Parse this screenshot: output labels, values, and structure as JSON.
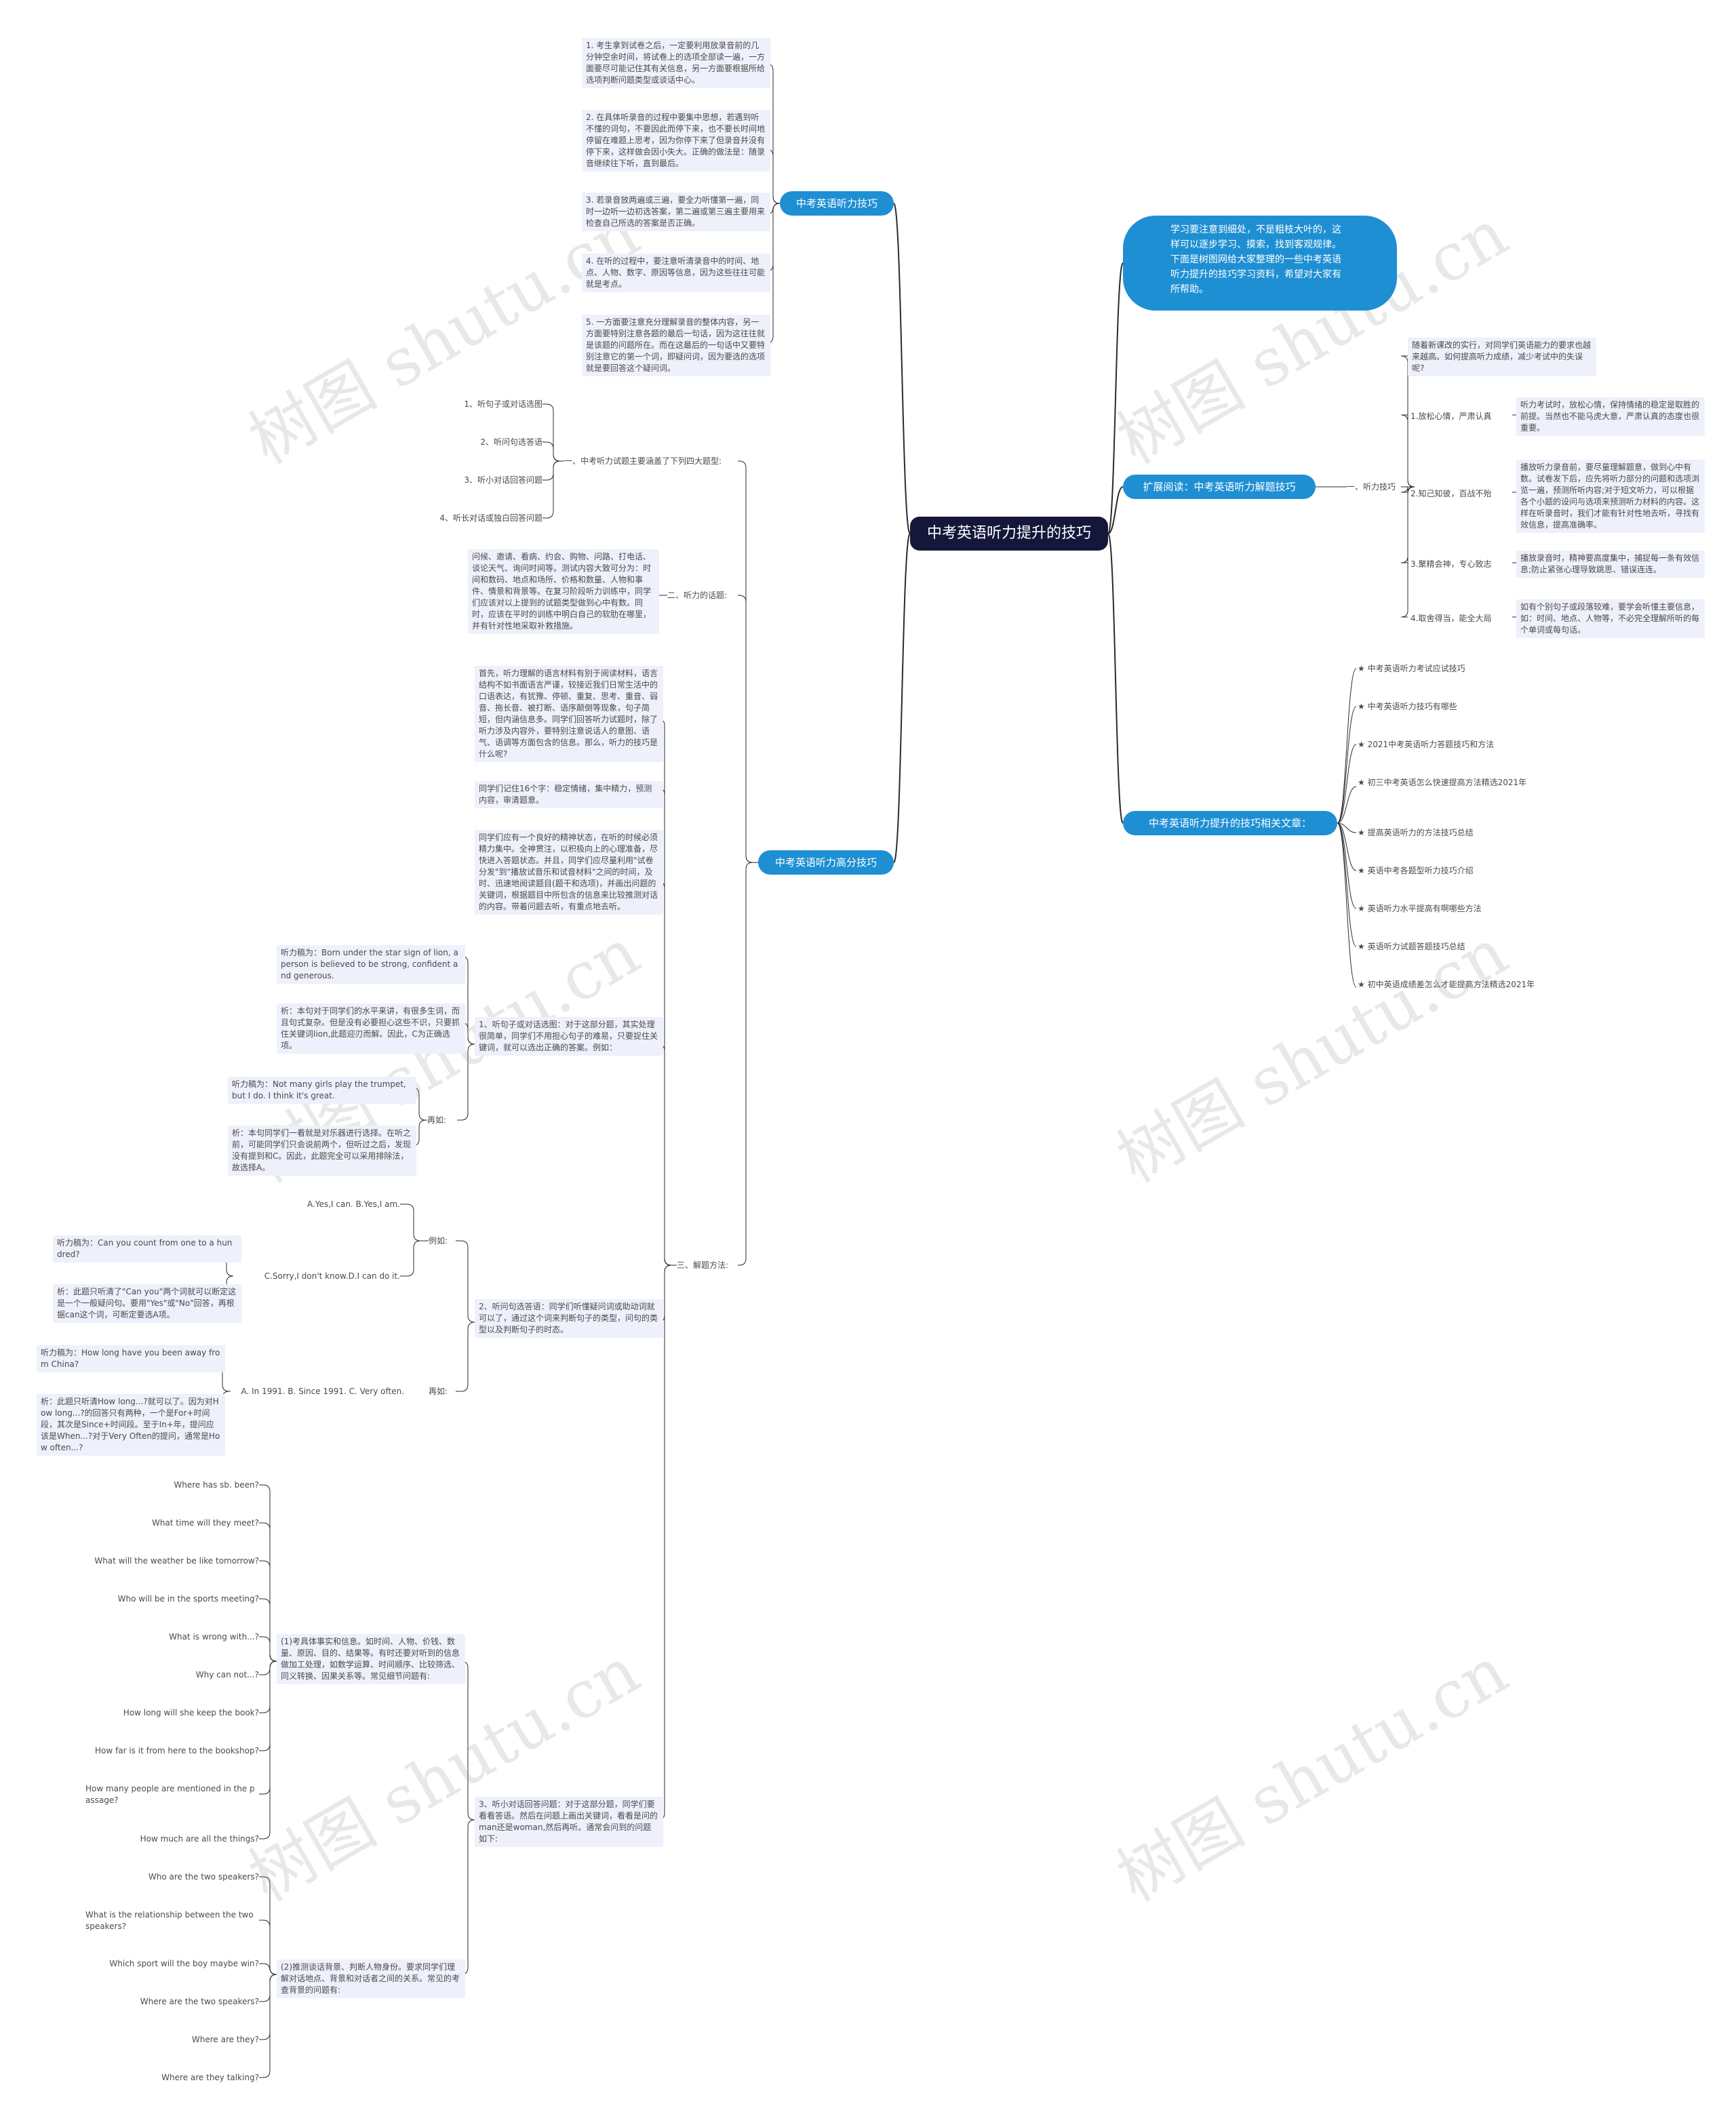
{
  "root": "中考英语听力提升的技巧",
  "intro": "学习要注意到细处，不是粗枝大叶的，这样可以逐步学习、摸索，找到客观规律。下面是树图网给大家整理的一些中考英语听力提升的技巧学习资料，希望对大家有所帮助。",
  "watermark": "树图 shutu.cn",
  "listening_tips": {
    "label": "中考英语听力技巧",
    "items": [
      "1. 考生拿到试卷之后，一定要利用放录音前的几分钟空余时间，将试卷上的选项全部读一遍，一方面要尽可能记住其有关信息，另一方面要根据所给选项判断问题类型或谈话中心。",
      "2. 在具体听录音的过程中要集中思想，若遇到听不懂的词句，不要因此而停下来，也不要长时间地停留在难题上思考，因为你停下来了但录音并没有停下来，这样做会因小失大。正确的做法是：随录音继续往下听，直到最后。",
      "3. 若录音放两遍或三遍，要全力听懂第一遍，同时一边听一边初选答案，第二遍或第三遍主要用来检查自己所选的答案是否正确。",
      "4. 在听的过程中，要注意听清录音中的时间、地点、人物、数字、原因等信息，因为这些往往可能就是考点。",
      "5. 一方面要注意充分理解录音的整体内容，另一方面要特别注意各题的最后一句话，因为这往往就是该题的问题所在。而在这最后的一句话中又要特别注意它的第一个词，即疑问词，因为要选的选项就是要回答这个疑问词。"
    ]
  },
  "extended_reading": {
    "label": "扩展阅读：中考英语听力解题技巧",
    "sub": "一、听力技巧",
    "lead": "随着新课改的实行，对同学们英语能力的要求也越来越高。如何提高听力成绩，减少考试中的失误呢?",
    "tips": [
      {
        "title": "1.放松心情，严肃认真",
        "text": "听力考试时，放松心情，保持情绪的稳定是取胜的前提。当然也不能马虎大意，严肃认真的态度也很重要。"
      },
      {
        "title": "2.知己知彼，百战不殆",
        "text": "播放听力录音前，要尽量理解题意，做到心中有数。试卷发下后，应先将听力部分的问题和选项浏览一遍，预测所听内容;对于短文听力，可以根据各个小题的设问与选项来预测听力材料的内容。这样在听录音时，我们才能有针对性地去听，寻找有效信息，提高准确率。"
      },
      {
        "title": "3.聚精会神，专心致志",
        "text": "播放录音时，精神要高度集中，捕捉每一条有效信息;防止紧张心理导致跳思、错误连连。"
      },
      {
        "title": "4.取舍得当，能全大局",
        "text": "如有个别句子或段落较难，要学会听懂主要信息，如：时间、地点、人物等，不必完全理解所听的每个单词或每句话。"
      }
    ]
  },
  "related": {
    "label": "中考英语听力提升的技巧相关文章：",
    "items": [
      "★ 中考英语听力考试应试技巧",
      "★ 中考英语听力技巧有哪些",
      "★ 2021中考英语听力答题技巧和方法",
      "★ 初三中考英语怎么快速提高方法精选2021年",
      "★ 提高英语听力的方法技巧总结",
      "★ 英语中考各题型听力技巧介绍",
      "★ 英语听力水平提高有啊哪些方法",
      "★ 英语听力试题答题技巧总结",
      "★ 初中英语成绩差怎么才能提高方法精选2021年"
    ]
  },
  "high_score": {
    "label": "中考英语听力高分技巧",
    "s1": {
      "label": "一、中考听力试题主要涵盖了下列四大题型:",
      "items": [
        "1、听句子或对话选图",
        "2、听问句选答语",
        "3、听小对话回答问题",
        "4、听长对话或独白回答问题"
      ]
    },
    "s2": {
      "label": "二、听力的话题:",
      "text": "问候、邀请、看病、约会、购物、问路、打电话、谈论天气、询问时间等。测试内容大致可分为：时间和数码、地点和场所、价格和数量、人物和事件、情景和背景等。在复习阶段听力训练中，同学们应该对以上提到的试题类型做到心中有数。同时，应该在平时的训练中明白自己的软肋在哪里，并有针对性地采取补救措施。"
    },
    "s3": {
      "label": "三、解题方法:",
      "intro": [
        "首先，听力理解的语言材料有别于阅读材料，语言结构不如书面语言严谨，较接近我们日常生活中的口语表达，有犹豫、停顿、重复、思考、重音、弱音、拖长音、被打断、语序颠倒等现象，句子简短，但内涵信息多。同学们回答听力试题时，除了听力涉及内容外，要特别注意说话人的意图、语气、语调等方面包含的信息。那么，听力的技巧是什么呢?",
        "同学们记住16个字：稳定情绪，集中精力，预测内容，审清题意。",
        "同学们应有一个良好的精神状态，在听的时候必须精力集中。全神贯注，以积极向上的心理准备，尽快进入答题状态。并且，同学们应尽量利用\"试卷分发\"到\"播放试音乐和试音材料\"之间的时间，及时、迅速地阅读题目(题干和选项)，并画出问题的关键词，根据题目中所包含的信息来比较推测对话的内容。带着问题去听，有重点地去听。"
      ],
      "m1": {
        "label": "1、听句子或对话选图：对于这部分题，其实处理很简单，同学们不用担心句子的难易，只要捉住关键词，就可以选出正确的答案。例如：",
        "ex1_text": "听力稿为：Born under the star sign of lion, a person is believed to be strong, confident and generous.",
        "ex1_note": "析：本句对于同学们的水平来讲，有很多生词，而且句式复杂。但是没有必要担心这些不识，只要抓住关键词lion,此题迎刃而解。因此，C为正确选项。",
        "again": "再如:",
        "ex2_text": "听力稿为：Not many girls play the trumpet, but I do. I think it's great.",
        "ex2_note": "析：本句同学们一看就是对乐器进行选择。在听之前，可能同学们只会说前两个，但听过之后，发现没有提到和C。因此，此题完全可以采用排除法，故选择A。"
      },
      "m2": {
        "label": "2、听问句选答语：同学们听懂疑问词或助动词就可以了，通过这个词来判断句子的类型，问句的类型以及判断句子的时态。",
        "eg": "例如:",
        "eg_option1": "A.Yes,I can. B.Yes,I am.",
        "eg_option2": "C.Sorry,I don't know.D.I can do it.",
        "eg_text": "听力稿为：Can you count from one to a hundred?",
        "eg_note": "析：此题只听清了\"Can you\"两个词就可以断定这是一个一般疑问句。要用\"Yes\"或\"No\"回答，再根据can这个词，可断定要选A项。",
        "again": "再如:",
        "again_option": "A. In 1991. B. Since 1991. C. Very often.",
        "again_text": "听力稿为：How long have you been away from China?",
        "again_note": "析：此题只听清How long...?就可以了。因为对How long...?的回答只有两种，一个是For+时间段，其次是Since+时间段。至于In+年，提问应该是When...?对于Very Often的提问，通常是How often...?"
      },
      "m3": {
        "label": "3、听小对话回答问题：对于这部分题，同学们要看看答语。然后在问题上画出关键词，看看是问的man还是woman,然后再听。通常会问到的问题如下:",
        "a": {
          "label": "(1)考具体事实和信息。如时间、人物、价钱、数量、原因、目的、结果等。有时还要对听到的信息做加工处理，如数学运算、时间顺序、比较筛选、同义转换、因果关系等。常见细节问题有:",
          "questions": [
            "Where has sb. been?",
            "What time will they meet?",
            "What will the weather be like tomorrow?",
            "Who will be in the sports meeting?",
            "What is wrong with...?",
            "Why can not...?",
            "How long will she keep the book?",
            "How far is it from here to the bookshop?",
            "How many people are mentioned in the passage?",
            "How much are all the things?"
          ]
        },
        "b": {
          "label": "(2)推测谈话背景、判断人物身份。要求同学们理解对话地点、背景和对话者之间的关系。常见的考查背景的问题有:",
          "questions": [
            "Who are the two speakers?",
            "What is the relationship between the two speakers?",
            "Which sport will the boy maybe win?",
            "Where are the two speakers?",
            "Where are they?",
            "Where are they talking?"
          ]
        }
      }
    }
  }
}
